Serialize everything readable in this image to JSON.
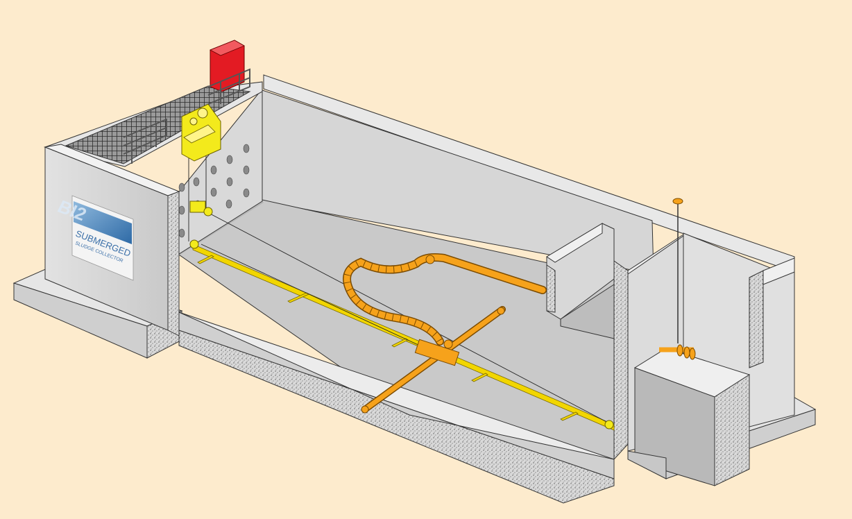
{
  "colors": {
    "background": "#fdebcd",
    "concrete_light": "#ececec",
    "concrete_mid": "#d4d4d4",
    "concrete_dark": "#bcbcbc",
    "rail": "#f2d600",
    "pipe": "#f6a21b",
    "hoist": "#f3ea1c",
    "drive": "#e31b23",
    "grating": "#3a3a3a",
    "logo_water": "#2e6aa6"
  },
  "logo": {
    "brand_letters": "BI2",
    "line1": "SUBMERGED",
    "line2": "SLUDGE COLLECTOR"
  }
}
